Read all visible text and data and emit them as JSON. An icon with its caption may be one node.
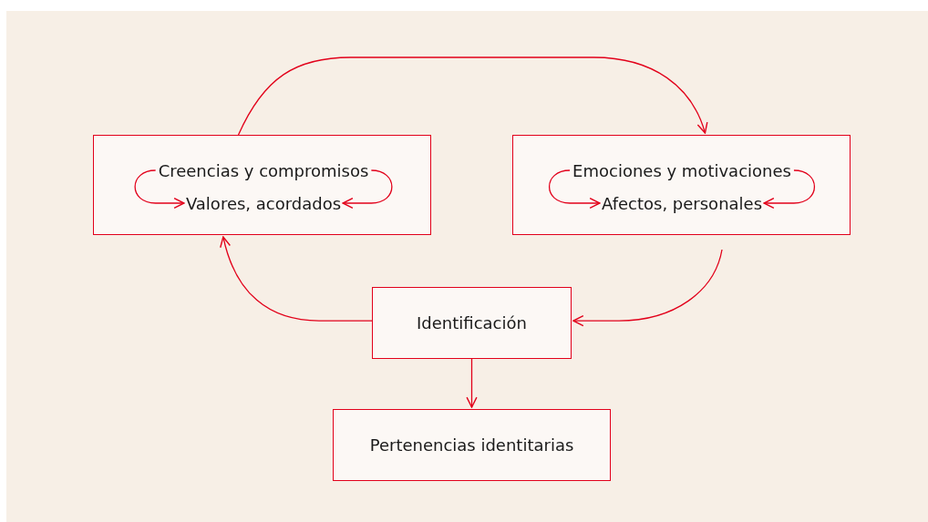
{
  "diagram": {
    "nodes": [
      {
        "text": [],
        "shape": "box"
      },
      {
        "text": [
          "Creencias y compromisos"
        ],
        "in": 0
      },
      {
        "text": [
          "Valores, acordados"
        ],
        "in": 0
      },
      {
        "text": [],
        "shape": "box"
      },
      {
        "text": [
          "Emociones y motivaciones"
        ],
        "in": 3
      },
      {
        "text": [
          "Afectos, personales"
        ],
        "in": 3
      },
      {
        "text": [
          "Identificación"
        ]
      },
      {
        "text": [
          "Pertenencias identitarias"
        ]
      }
    ],
    "edges": [
      {
        "from": 0,
        "to": 3,
        "arrow": "to"
      },
      {
        "from": 1,
        "to": 2,
        "arrow": "to"
      },
      {
        "from": 1,
        "to": 2,
        "arrow": "to"
      },
      {
        "from": 4,
        "to": 5,
        "arrow": "to"
      },
      {
        "from": 4,
        "to": 5,
        "arrow": "to"
      },
      {
        "from": 3,
        "to": 6,
        "arrow": "to"
      },
      {
        "from": 6,
        "to": 0,
        "arrow": "to"
      },
      {
        "from": 6,
        "to": 7,
        "arrow": "to"
      }
    ]
  }
}
